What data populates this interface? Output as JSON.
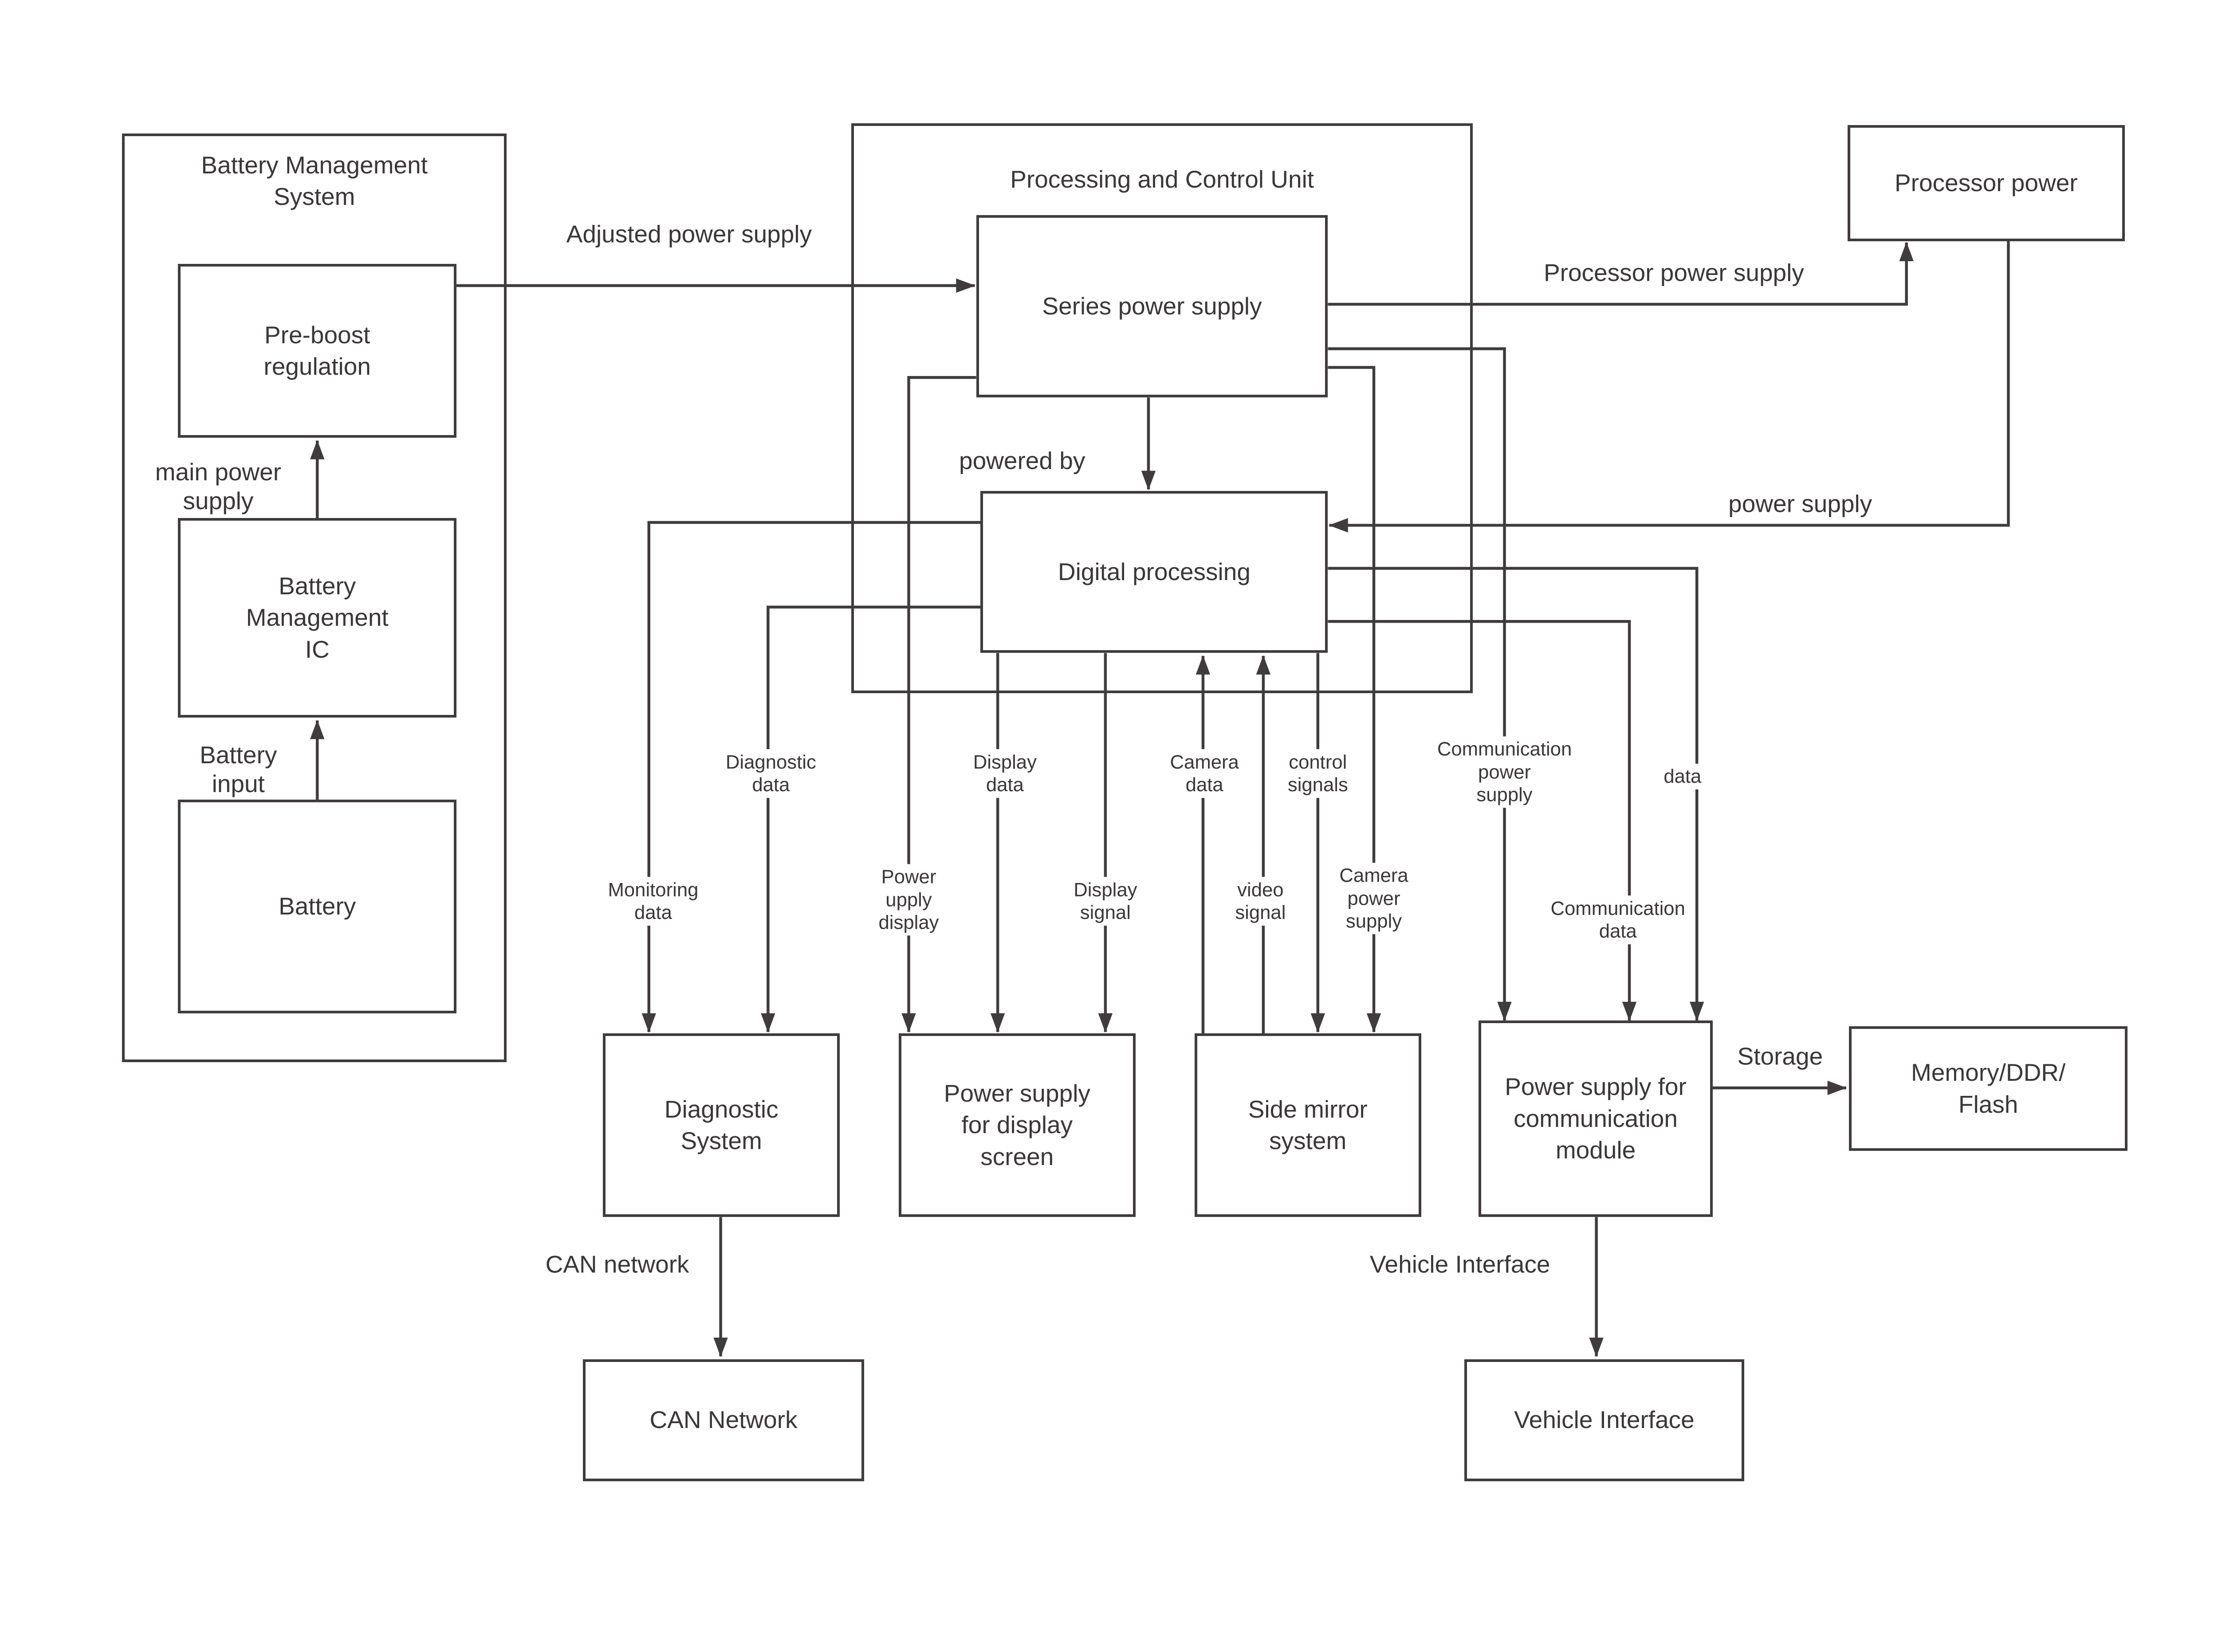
{
  "diagram": {
    "nodes": {
      "bms": {
        "label": "Battery Management\nSystem"
      },
      "pcu": {
        "label": "Processing and Control Unit"
      },
      "pre_boost": {
        "label": "Pre-boost\nregulation"
      },
      "bmic": {
        "label": "Battery\nManagement\nIC"
      },
      "battery": {
        "label": "Battery"
      },
      "series": {
        "label": "Series power supply"
      },
      "digital": {
        "label": "Digital processing"
      },
      "processor_power": {
        "label": "Processor power"
      },
      "diagnostic_system": {
        "label": "Diagnostic\nSystem"
      },
      "psu_display": {
        "label": "Power supply\nfor display\nscreen"
      },
      "side_mirror": {
        "label": "Side mirror\nsystem"
      },
      "psu_comm": {
        "label": "Power supply for\ncommunication\nmodule"
      },
      "memory": {
        "label": "Memory/DDR/\nFlash"
      },
      "can": {
        "label": "CAN Network"
      },
      "vehicle": {
        "label": "Vehicle Interface"
      }
    },
    "edges": {
      "battery_input": {
        "from": "battery",
        "to": "bmic",
        "label": "Battery\ninput"
      },
      "main_power_supply": {
        "from": "bmic",
        "to": "pre_boost",
        "label": "main power\nsupply"
      },
      "adjusted_power_supply": {
        "from": "pre_boost",
        "to": "series",
        "label": "Adjusted power supply"
      },
      "powered_by": {
        "from": "series",
        "to": "digital",
        "label": "powered by"
      },
      "processor_power_supply": {
        "from": "series",
        "to": "processor_power",
        "label": "Processor power supply"
      },
      "power_supply": {
        "from": "processor_power",
        "to": "digital",
        "label": "power supply"
      },
      "monitoring_data": {
        "from": "digital",
        "to": "diagnostic_system",
        "label": "Monitoring\ndata"
      },
      "diagnostic_data": {
        "from": "digital",
        "to": "diagnostic_system",
        "label": "Diagnostic\ndata"
      },
      "power_upply_display": {
        "from": "series",
        "to": "psu_display",
        "label": "Power\nupply\ndisplay"
      },
      "display_data": {
        "from": "digital",
        "to": "psu_display",
        "label": "Display\ndata"
      },
      "display_signal": {
        "from": "digital",
        "to": "psu_display",
        "label": "Display\nsignal"
      },
      "camera_data": {
        "from": "side_mirror",
        "to": "digital",
        "label": "Camera\ndata"
      },
      "video_signal": {
        "from": "side_mirror",
        "to": "digital",
        "label": "video\nsignal"
      },
      "control_signals": {
        "from": "digital",
        "to": "side_mirror",
        "label": "control\nsignals"
      },
      "camera_power_supply": {
        "from": "series",
        "to": "side_mirror",
        "label": "Camera\npower\nsupply"
      },
      "communication_power_supply": {
        "from": "series",
        "to": "psu_comm",
        "label": "Communication\npower\nsupply"
      },
      "communication_data": {
        "from": "digital",
        "to": "psu_comm",
        "label": "Communication\ndata"
      },
      "data": {
        "from": "digital",
        "to": "psu_comm",
        "label": "data"
      },
      "storage": {
        "from": "psu_comm",
        "to": "memory",
        "label": "Storage"
      },
      "can_network": {
        "from": "diagnostic_system",
        "to": "can",
        "label": "CAN network"
      },
      "vehicle_interface": {
        "from": "psu_comm",
        "to": "vehicle",
        "label": "Vehicle Interface"
      }
    },
    "colors": {
      "line": "#403c3e",
      "text": "#3b3738",
      "background": "#ffffff"
    }
  }
}
